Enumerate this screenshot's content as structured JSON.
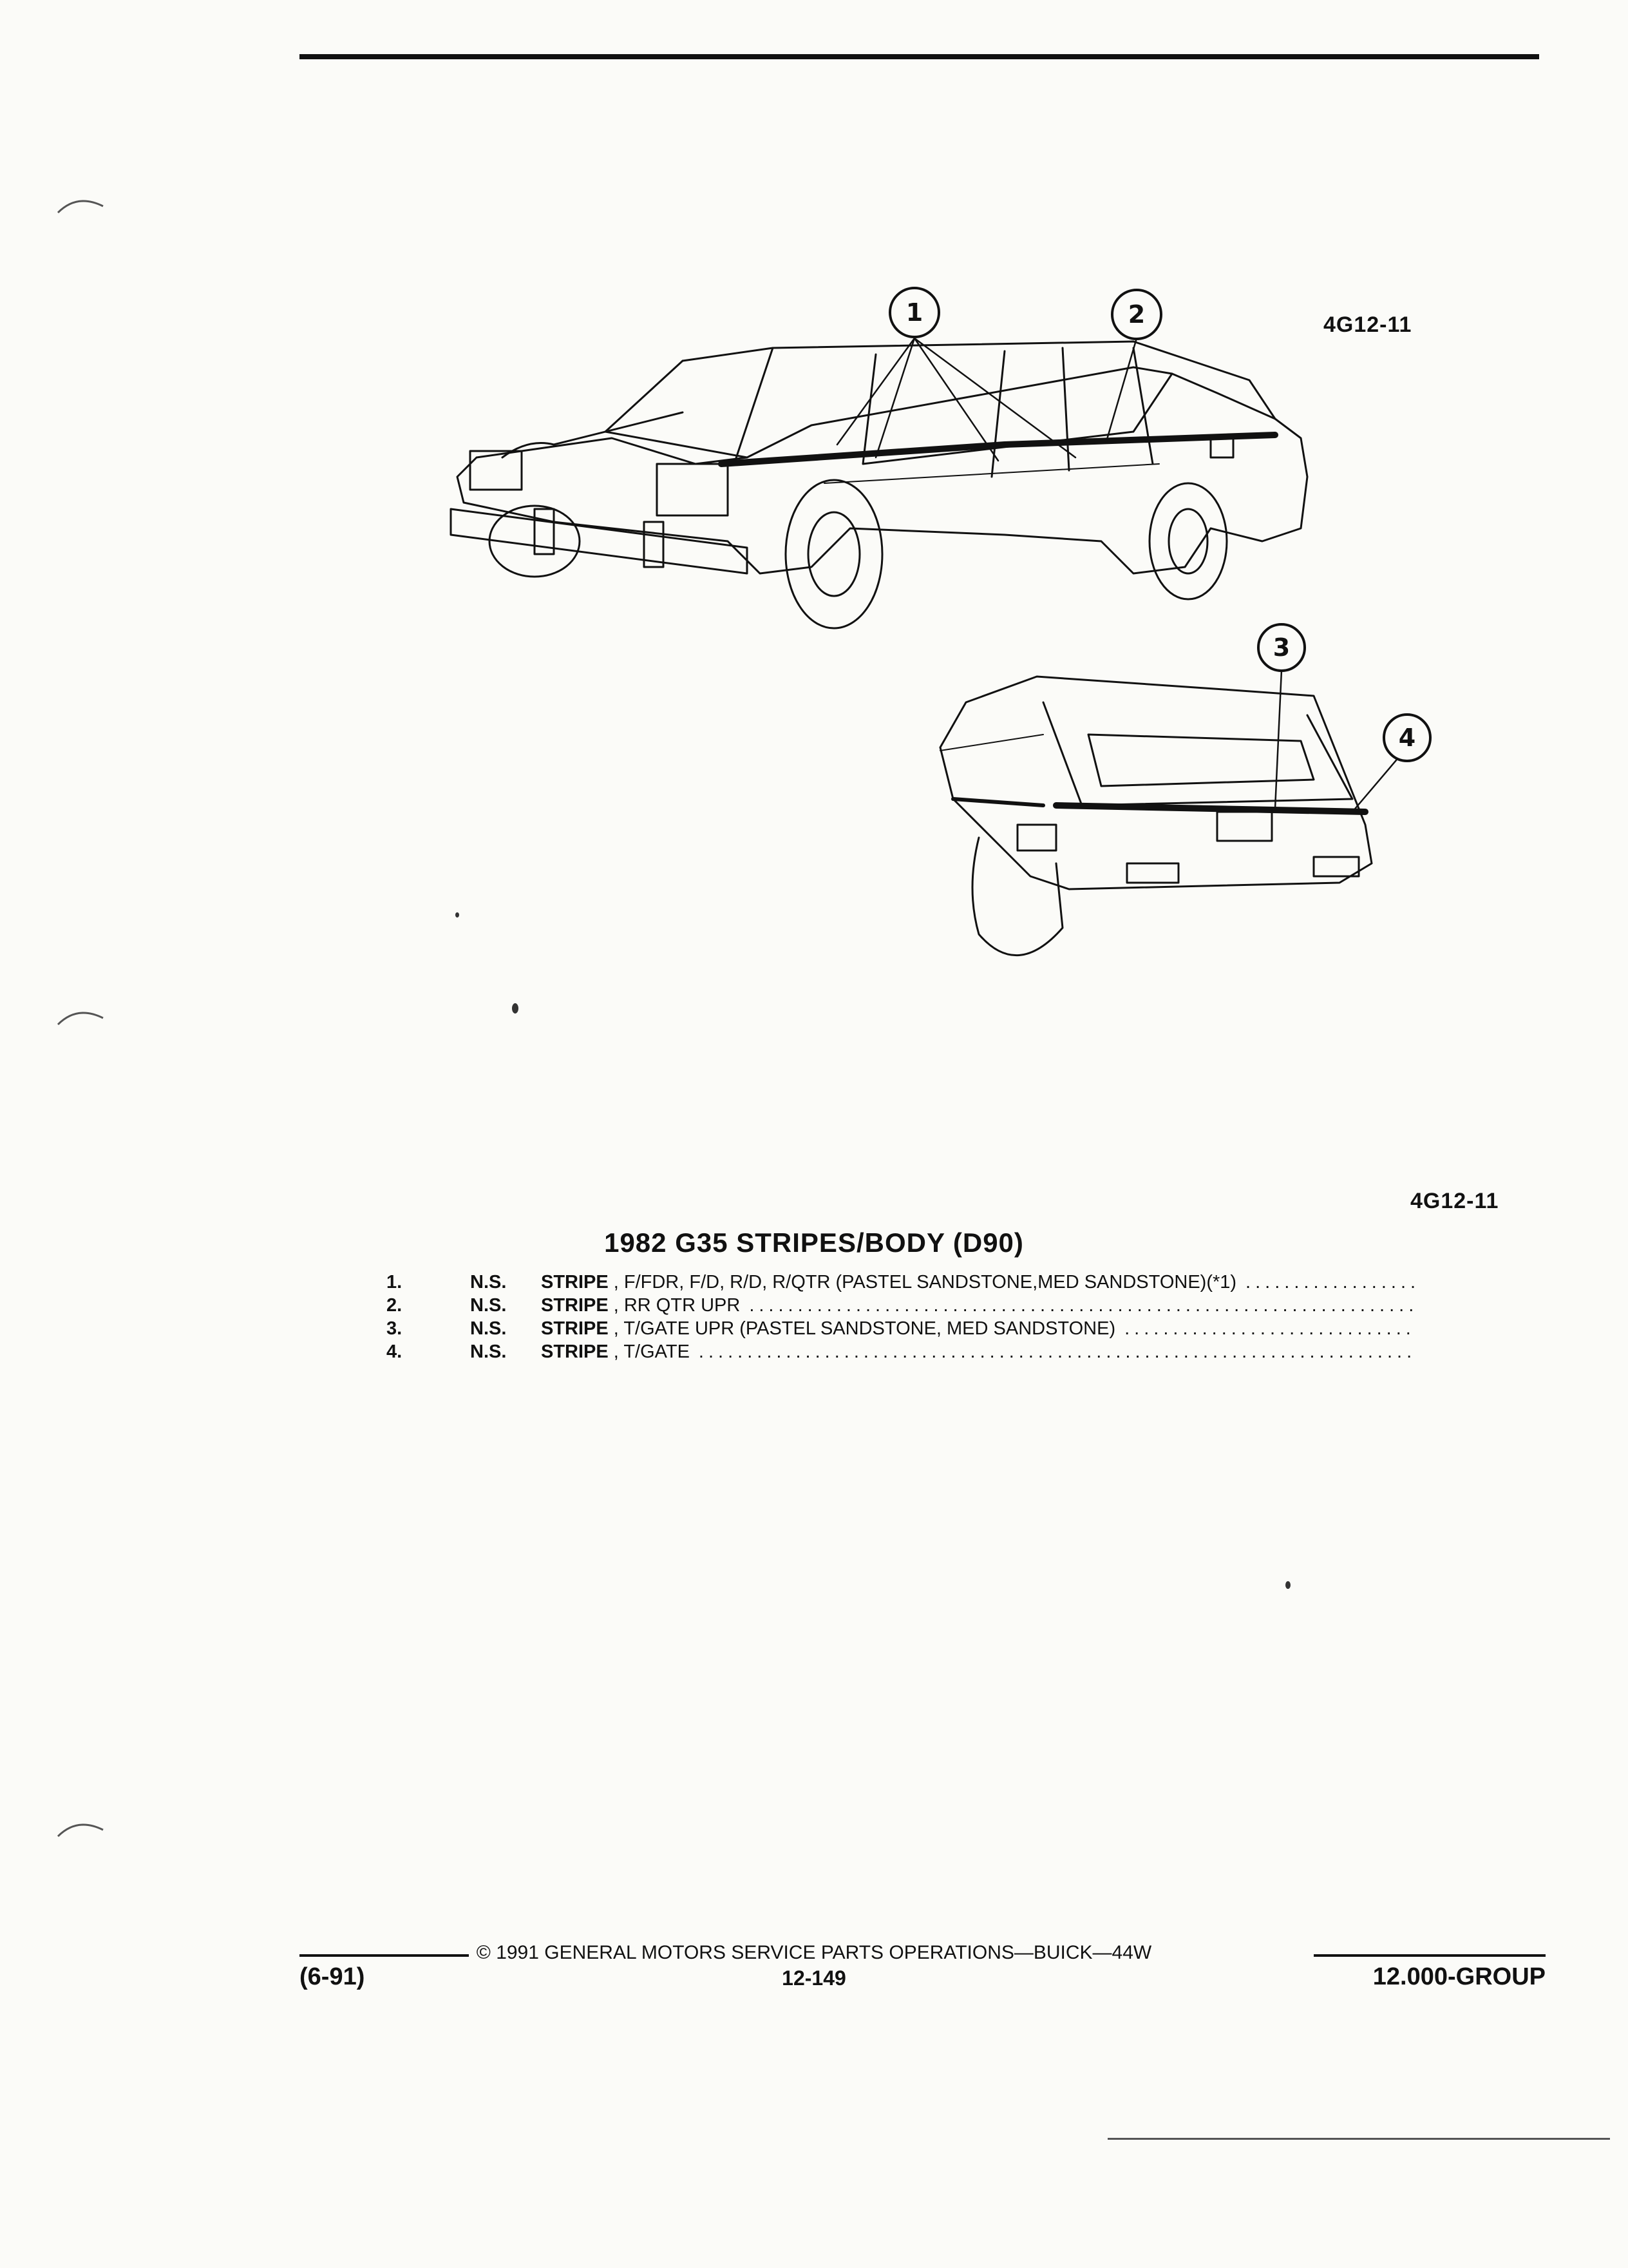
{
  "figure": {
    "code_top": "4G12-11",
    "code_mid": "4G12-11",
    "callouts": [
      "1",
      "2",
      "3",
      "4"
    ]
  },
  "section_title": "1982 G35 STRIPES/BODY (D90)",
  "parts": [
    {
      "num": "1.",
      "ns": "N.S.",
      "name": "STRIPE",
      "desc": ", F/FDR, F/D, R/D, R/QTR (PASTEL SANDSTONE,MED SANDSTONE)(*1)"
    },
    {
      "num": "2.",
      "ns": "N.S.",
      "name": "STRIPE",
      "desc": ", RR QTR UPR"
    },
    {
      "num": "3.",
      "ns": "N.S.",
      "name": "STRIPE",
      "desc": ", T/GATE UPR (PASTEL SANDSTONE, MED SANDSTONE)"
    },
    {
      "num": "4.",
      "ns": "N.S.",
      "name": "STRIPE",
      "desc": ", T/GATE"
    }
  ],
  "footer": {
    "revision": "(6-91)",
    "copyright": "© 1991 GENERAL MOTORS SERVICE PARTS OPERATIONS—BUICK—44W",
    "page": "12-149",
    "group": "12.000-GROUP"
  }
}
